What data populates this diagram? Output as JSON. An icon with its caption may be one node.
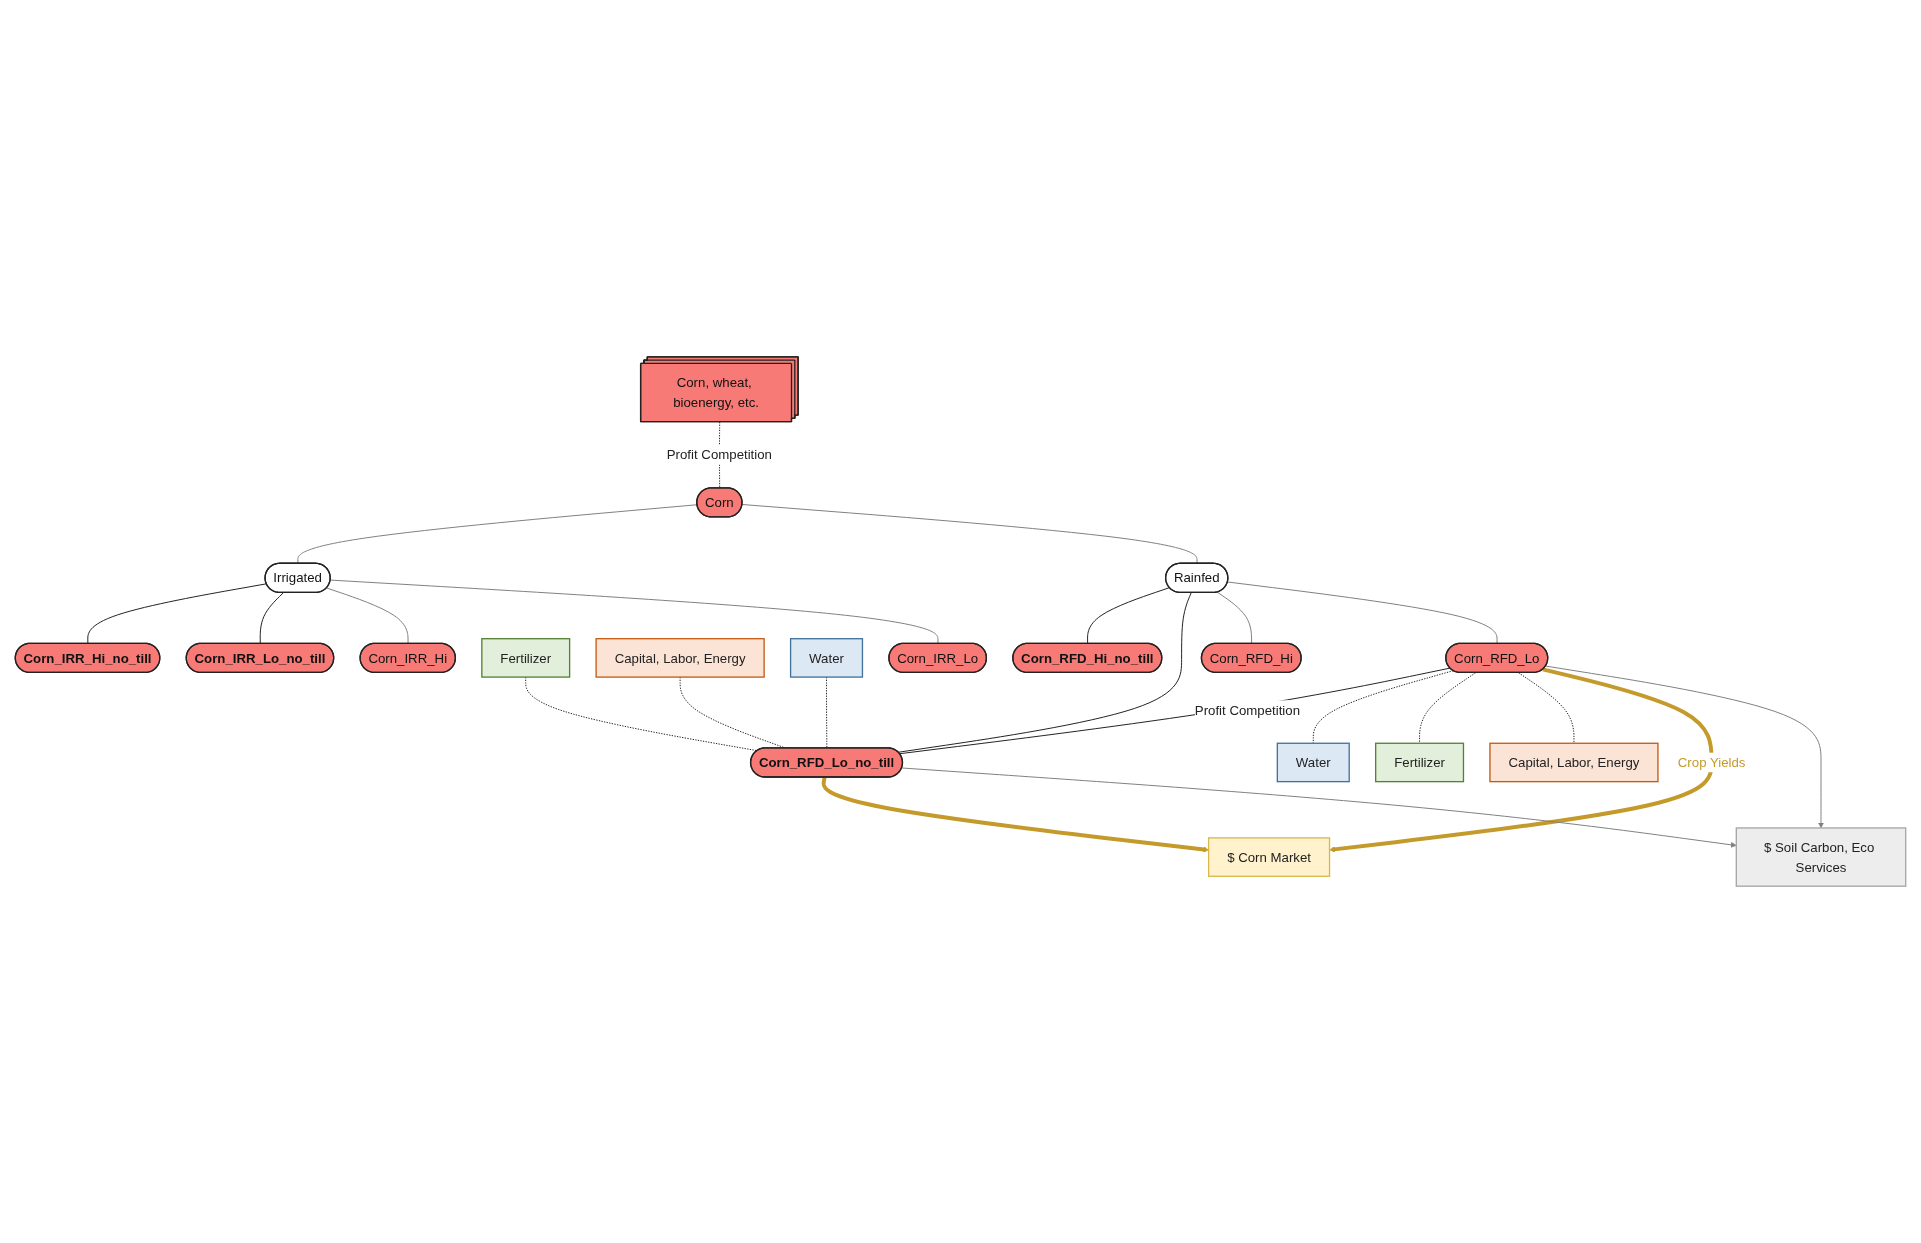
{
  "diagram": {
    "nodes": [
      {
        "text": [
          "Corn, wheat, bioenergy, etc."
        ]
      },
      {
        "text": [
          "Corn"
        ]
      },
      {
        "text": [
          "Corn_IRR_Hi_no_till"
        ]
      },
      {
        "text": [
          "Irrigated"
        ]
      },
      {
        "text": [
          "Corn_IRR_Lo_no_till"
        ]
      },
      {
        "text": [
          "Corn_RFD_Hi_no_till"
        ]
      },
      {
        "text": [
          "Rainfed"
        ]
      },
      {
        "text": [
          "Fertilizer"
        ]
      },
      {
        "text": [
          "Capital, Labor, Energy"
        ]
      },
      {
        "text": [
          "Water"
        ]
      },
      {
        "text": [
          "Corn_RFD_Lo_no_till"
        ]
      },
      {
        "text": [
          "Corn_IRR_Hi"
        ]
      },
      {
        "text": [
          "Corn_IRR_Lo"
        ]
      },
      {
        "text": [
          "Corn_RFD_Hi"
        ]
      },
      {
        "text": [
          "Corn_RFD_Lo"
        ]
      },
      {
        "text": [
          "Water"
        ]
      },
      {
        "text": [
          "Capital, Labor, Energy"
        ]
      },
      {
        "text": [
          "$ Corn Market"
        ]
      },
      {
        "text": [
          "Fertilizer"
        ]
      },
      {
        "text": [
          "$ Soil Carbon, Eco Services"
        ]
      }
    ],
    "edges": [
      {
        "from": 0,
        "to": 1,
        "arrow": "none",
        "label": "Profit Competition",
        "style": "dashed"
      },
      {
        "from": 1,
        "to": 3,
        "arrow": "none",
        "color": "#808080"
      },
      {
        "from": 1,
        "to": 6,
        "arrow": "none",
        "color": "#808080"
      },
      {
        "from": 3,
        "to": 2,
        "arrow": "none"
      },
      {
        "from": 3,
        "to": 4,
        "arrow": "none"
      },
      {
        "from": 6,
        "to": 5,
        "arrow": "none"
      },
      {
        "from": 6,
        "to": 10,
        "arrow": "none"
      },
      {
        "from": 3,
        "to": 11,
        "arrow": "none",
        "color": "#808080"
      },
      {
        "from": 3,
        "to": 12,
        "arrow": "none",
        "color": "#808080"
      },
      {
        "from": 6,
        "to": 13,
        "arrow": "none",
        "color": "#808080"
      },
      {
        "from": 6,
        "to": 14,
        "arrow": "none",
        "color": "#808080"
      },
      {
        "from": 9,
        "to": 10,
        "arrow": "none",
        "style": "dashed"
      },
      {
        "from": 7,
        "to": 10,
        "arrow": "none",
        "style": "dashed"
      },
      {
        "from": 8,
        "to": 10,
        "arrow": "none",
        "style": "dashed"
      },
      {
        "from": 14,
        "to": 10,
        "arrow": "none",
        "label": "Profit Competition"
      },
      {
        "from": 14,
        "to": 15,
        "arrow": "none",
        "style": "dashed"
      },
      {
        "from": 14,
        "to": 18,
        "arrow": "none",
        "style": "dashed"
      },
      {
        "from": 14,
        "to": 16,
        "arrow": "none",
        "style": "dashed"
      },
      {
        "from": 14,
        "to": 17,
        "arrow": "to",
        "label": "Crop Yields",
        "style": "thick",
        "color": "#c49a2a"
      },
      {
        "from": 10,
        "to": 17,
        "arrow": "to",
        "style": "thick",
        "color": "#c49a2a"
      },
      {
        "from": 14,
        "to": 19,
        "arrow": "to",
        "color": "#808080"
      },
      {
        "from": 10,
        "to": 19,
        "arrow": "to",
        "color": "#808080"
      }
    ]
  }
}
